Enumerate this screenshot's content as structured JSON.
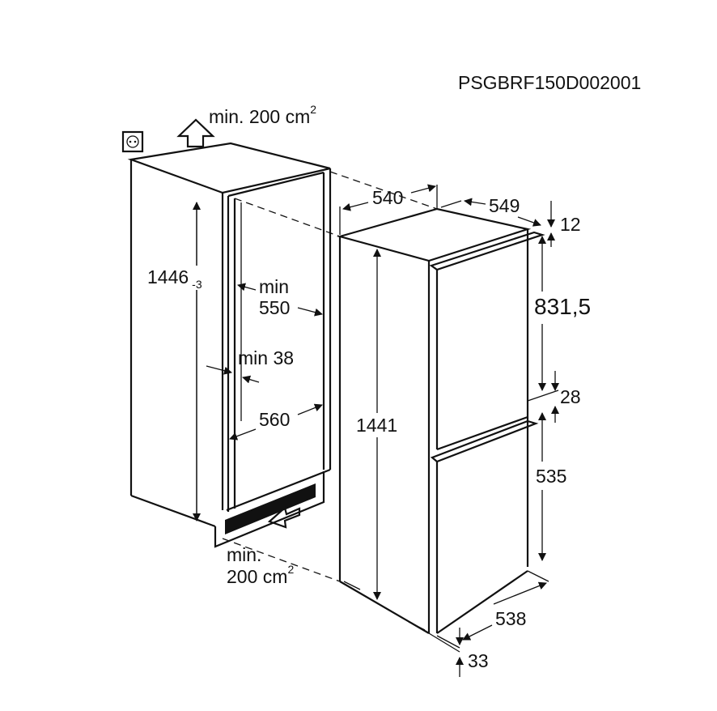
{
  "model_code": "PSGBRF150D002001",
  "dimensions": {
    "top_vent": "min. 200 cm",
    "top_vent_sup": "2",
    "bottom_vent_line1": "min.",
    "bottom_vent_line2": "200 cm",
    "bottom_vent_sup": "2",
    "niche_height": "1446",
    "niche_height_tol": "-3",
    "niche_depth_line1": "min",
    "niche_depth_line2": "550",
    "side_gap": "min 38",
    "niche_width": "560",
    "appliance_width": "540",
    "appliance_depth": "549",
    "top_gap": "12",
    "upper_door": "831,5",
    "door_gap": "28",
    "appliance_height": "1441",
    "lower_door": "535",
    "door_width": "538",
    "bottom_gap": "33"
  },
  "icons": [
    "power-socket-icon",
    "airflow-arrow-icon"
  ]
}
